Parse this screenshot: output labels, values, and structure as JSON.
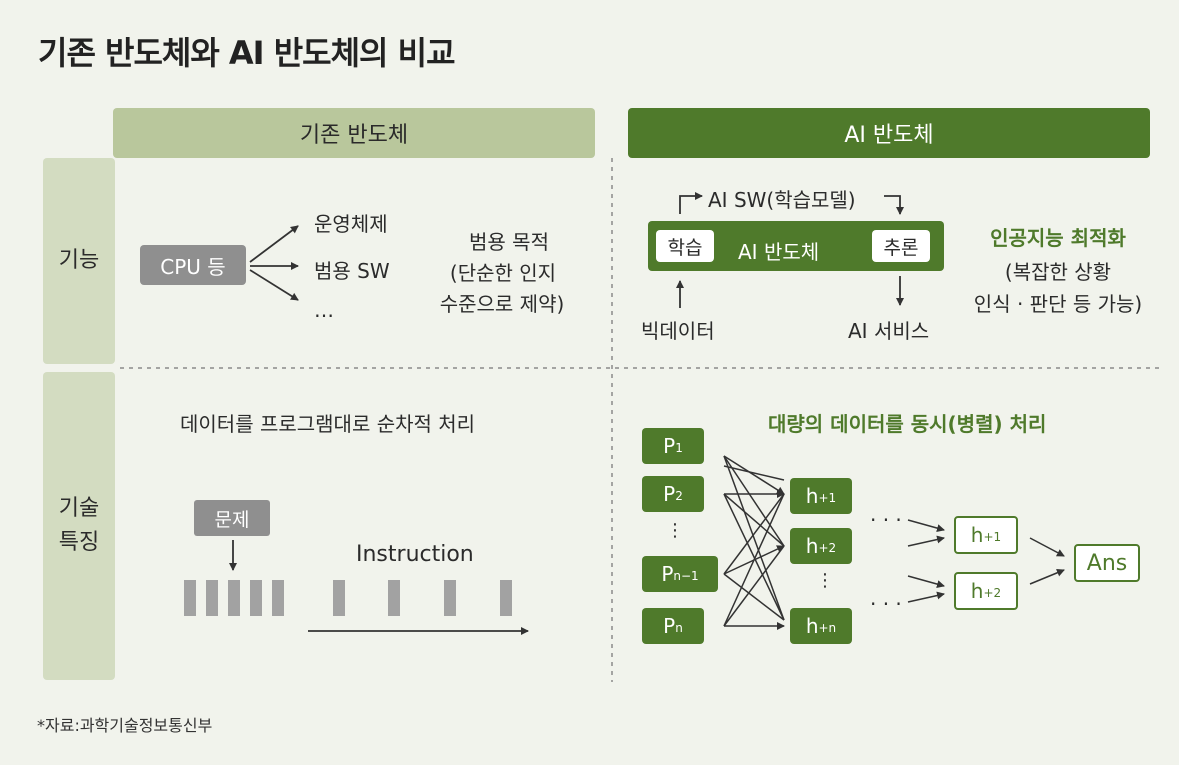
{
  "title": "기존 반도체와 AI 반도체의 비교",
  "headers": {
    "left": "기존 반도체",
    "right": "AI 반도체"
  },
  "rows": {
    "function": "기능",
    "tech_1": "기술",
    "tech_2": "특징"
  },
  "conventional_function": {
    "cpu": "CPU 등",
    "outputs": [
      "운영체제",
      "범용 SW",
      "…"
    ],
    "purpose": [
      "범용 목적",
      "(단순한 인지",
      "수준으로 제약)"
    ]
  },
  "ai_function": {
    "sw_model": "AI SW(학습모델)",
    "learn": "학습",
    "chip": "AI 반도체",
    "infer": "추론",
    "big_data": "빅데이터",
    "service": "AI 서비스",
    "optimization": [
      "인공지능 최적화",
      "(복잡한 상황",
      "인식 · 판단 등 가능)"
    ]
  },
  "conventional_tech": {
    "heading": "데이터를 프로그램대로 순차적 처리",
    "problem": "문제",
    "instruction": "Instruction"
  },
  "ai_tech": {
    "heading": "대량의 데이터를 동시(병렬) 처리",
    "p_base": "P",
    "p_subs": [
      "1",
      "2",
      "n−1",
      "n"
    ],
    "vdots": "⋮",
    "h_base": "h",
    "h_subs": [
      "+1",
      "+2",
      "+n"
    ],
    "h_out_subs": [
      "+1",
      "+2"
    ],
    "ellipsis": "· · ·",
    "answer": "Ans"
  },
  "source": "*자료:과학기술정보통신부"
}
